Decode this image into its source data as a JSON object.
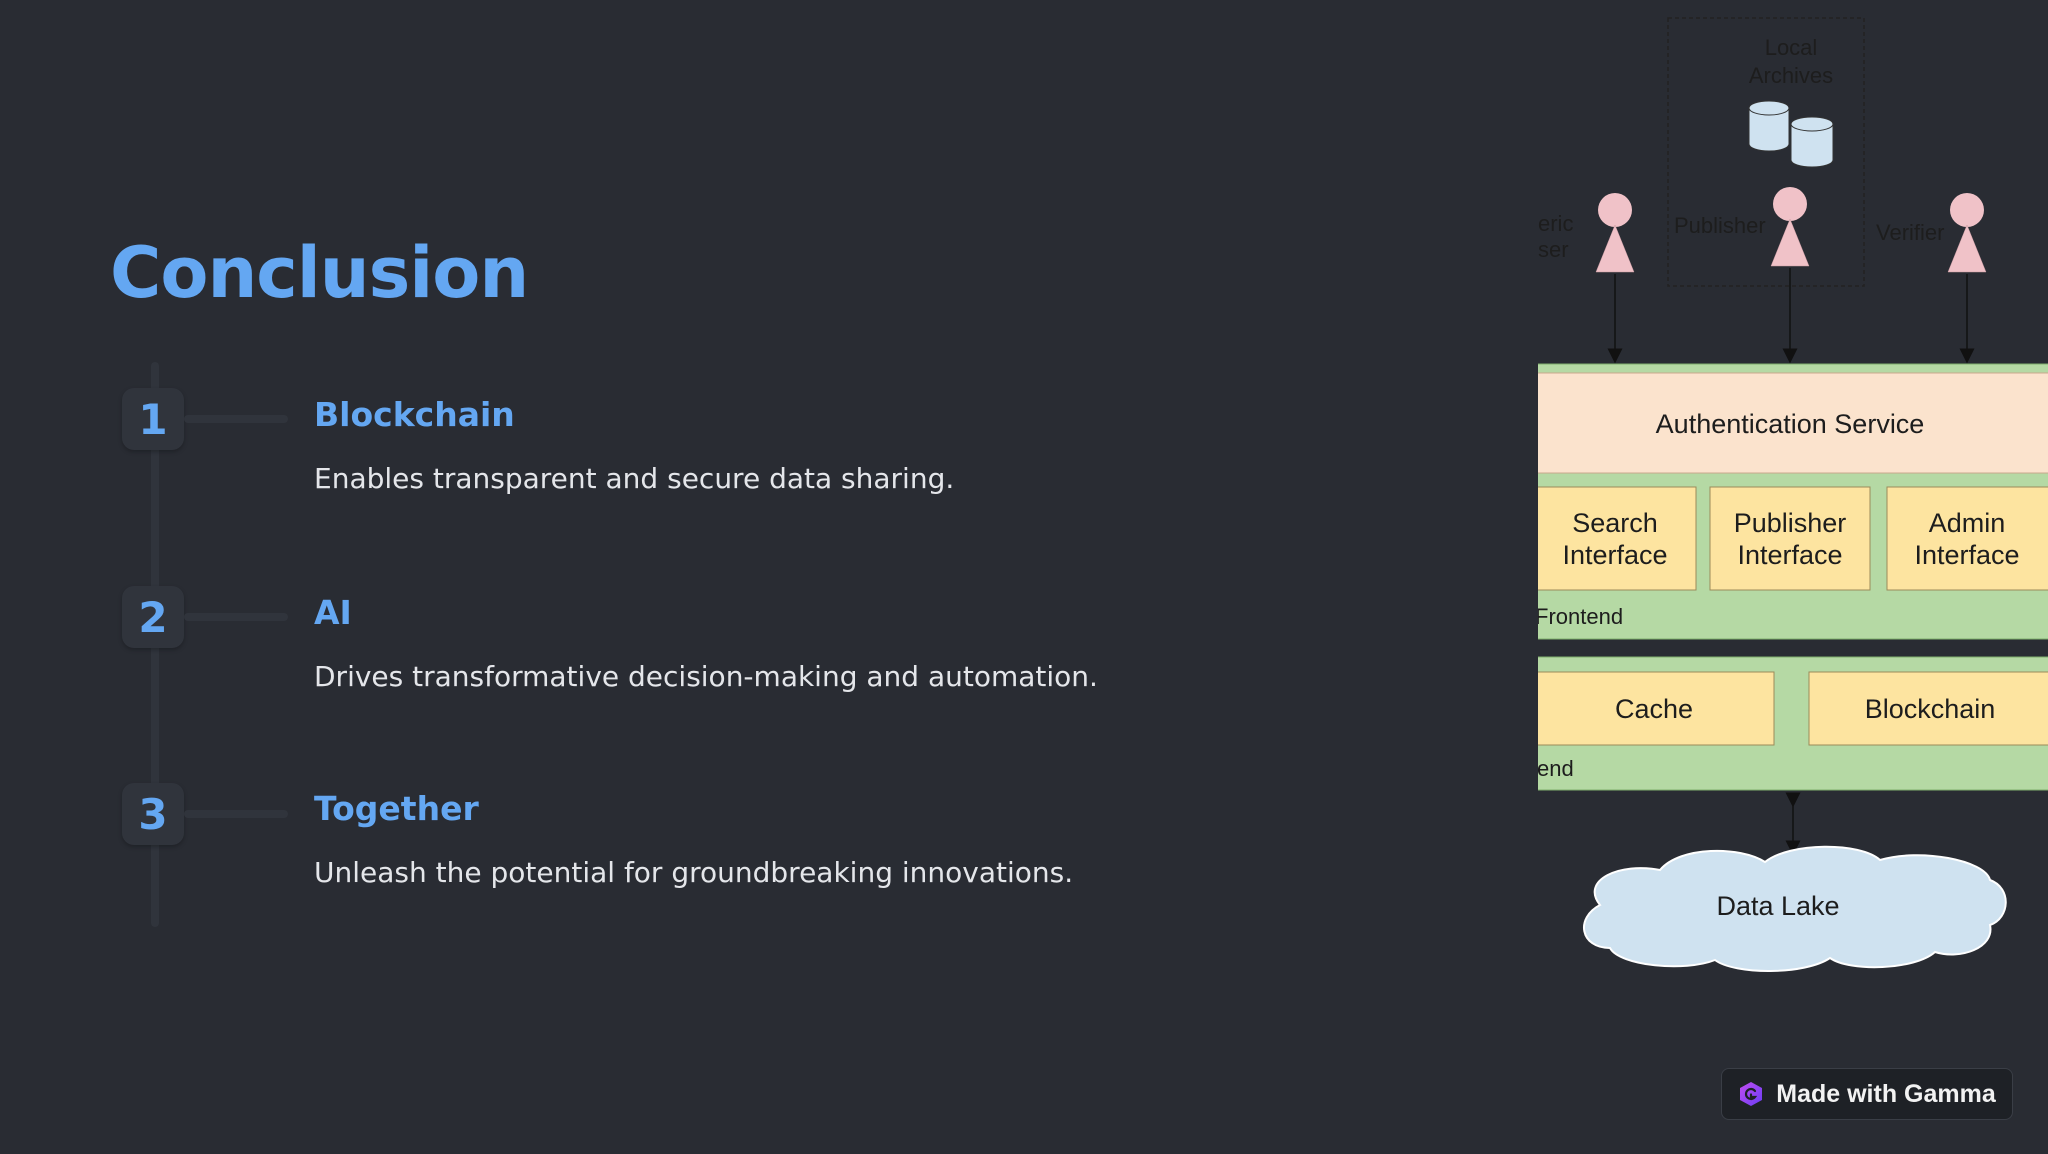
{
  "slide": {
    "title": "Conclusion"
  },
  "steps": [
    {
      "number": "1",
      "heading": "Blockchain",
      "description": "Enables transparent and secure data sharing."
    },
    {
      "number": "2",
      "heading": "AI",
      "description": "Drives transformative decision-making and automation."
    },
    {
      "number": "3",
      "heading": "Together",
      "description": "Unleash the potential for groundbreaking innovations."
    }
  ],
  "diagram": {
    "local_archives_line1": "Local",
    "local_archives_line2": "Archives",
    "actor_generic_line1": "eric",
    "actor_generic_line2": "ser",
    "actor_publisher": "Publisher",
    "actor_verifier": "Verifier",
    "auth_service": "Authentication Service",
    "search_interface_line1": "Search",
    "search_interface_line2": "Interface",
    "publisher_interface_line1": "Publisher",
    "publisher_interface_line2": "Interface",
    "admin_interface_line1": "Admin",
    "admin_interface_line2": "Interface",
    "frontend_label": "Frontend",
    "cache": "Cache",
    "blockchain": "Blockchain",
    "backend_label": "end",
    "data_lake": "Data Lake"
  },
  "badge": {
    "label": "Made with Gamma",
    "icon": "gamma-logo-icon"
  },
  "colors": {
    "background": "#292c33",
    "accent": "#64a7f2",
    "actor": "#f0c2c8",
    "auth_fill": "#fbe3cd",
    "module_fill": "#fde4a0",
    "layer_fill": "#b5d9a4",
    "cloud_fill": "#cfe2f0"
  }
}
